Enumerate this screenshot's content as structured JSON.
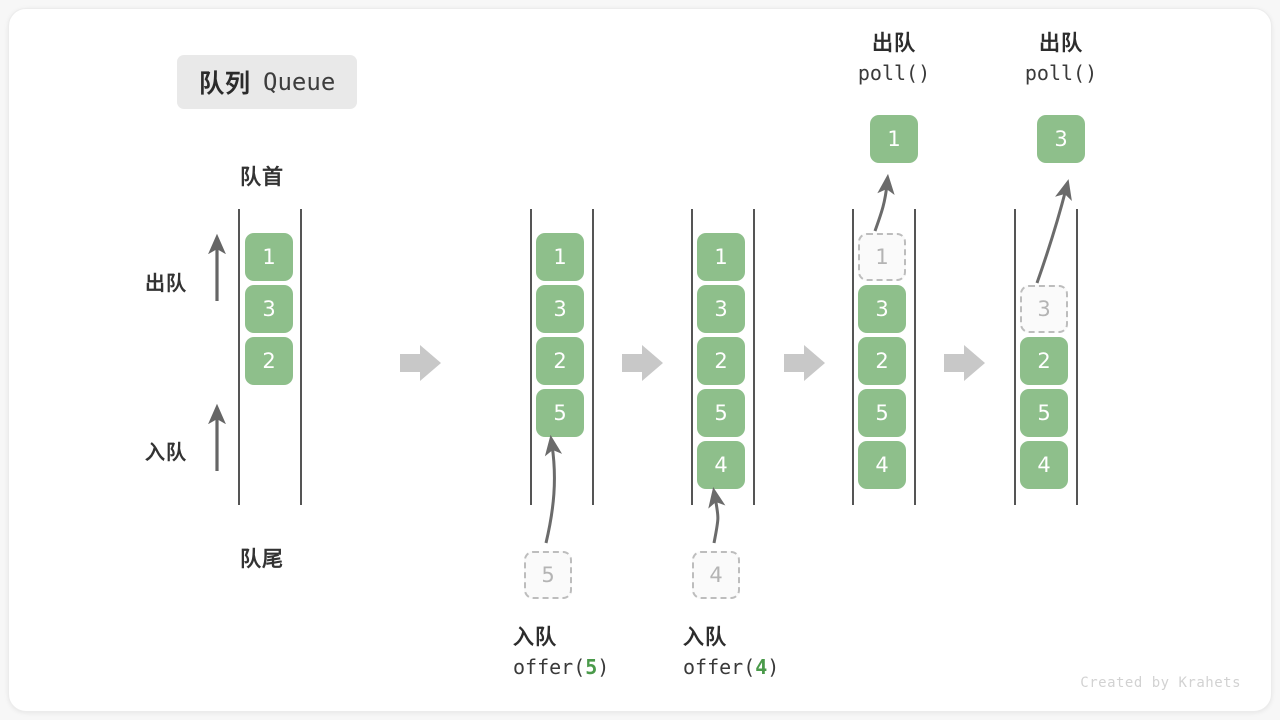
{
  "title": {
    "cn": "队列",
    "en": "Queue"
  },
  "labels": {
    "head": "队首",
    "tail": "队尾",
    "dequeue_side": "出队",
    "enqueue_side": "入队"
  },
  "watermark": "Created by Krahets",
  "colors": {
    "cell_fill": "#8ebf8b",
    "cell_text": "#ffffff",
    "ghost_border": "#bdbdbd",
    "ghost_text": "#b4b4b4",
    "rail": "#555555",
    "arrow": "#666666",
    "step_arrow": "#c8c8c8",
    "badge_bg": "#e9e9e9",
    "code_arg": "#4a9a4a"
  },
  "columns": [
    {
      "name": "initial",
      "cells": [
        {
          "value": "1",
          "state": "filled"
        },
        {
          "value": "3",
          "state": "filled"
        },
        {
          "value": "2",
          "state": "filled"
        }
      ]
    },
    {
      "name": "after-offer-5",
      "cells": [
        {
          "value": "1",
          "state": "filled"
        },
        {
          "value": "3",
          "state": "filled"
        },
        {
          "value": "2",
          "state": "filled"
        },
        {
          "value": "5",
          "state": "filled"
        }
      ],
      "incoming": {
        "value": "5",
        "state": "ghost"
      },
      "caption": {
        "cn": "入队",
        "fn": "offer(",
        "arg": "5",
        "fn_end": ")"
      }
    },
    {
      "name": "after-offer-4",
      "cells": [
        {
          "value": "1",
          "state": "filled"
        },
        {
          "value": "3",
          "state": "filled"
        },
        {
          "value": "2",
          "state": "filled"
        },
        {
          "value": "5",
          "state": "filled"
        },
        {
          "value": "4",
          "state": "filled"
        }
      ],
      "incoming": {
        "value": "4",
        "state": "ghost"
      },
      "caption": {
        "cn": "入队",
        "fn": "offer(",
        "arg": "4",
        "fn_end": ")"
      }
    },
    {
      "name": "after-poll-1",
      "cells": [
        {
          "value": "1",
          "state": "ghost"
        },
        {
          "value": "3",
          "state": "filled"
        },
        {
          "value": "2",
          "state": "filled"
        },
        {
          "value": "5",
          "state": "filled"
        },
        {
          "value": "4",
          "state": "filled"
        }
      ],
      "result": {
        "value": "1",
        "state": "filled"
      },
      "caption": {
        "cn": "出队",
        "fn": "poll()"
      }
    },
    {
      "name": "after-poll-3",
      "cells": [
        {
          "value": "",
          "state": "empty"
        },
        {
          "value": "3",
          "state": "ghost"
        },
        {
          "value": "2",
          "state": "filled"
        },
        {
          "value": "5",
          "state": "filled"
        },
        {
          "value": "4",
          "state": "filled"
        }
      ],
      "result": {
        "value": "3",
        "state": "filled"
      },
      "caption": {
        "cn": "出队",
        "fn": "poll()"
      }
    }
  ],
  "step_arrows": [
    "→",
    "→",
    "→",
    "→"
  ]
}
